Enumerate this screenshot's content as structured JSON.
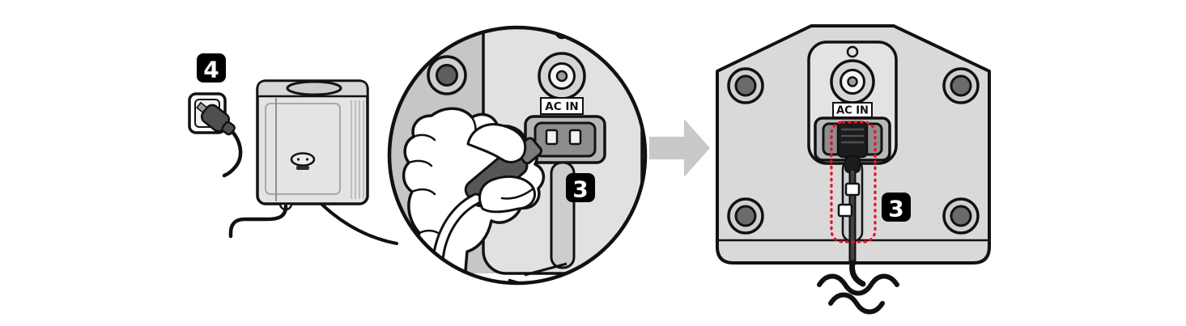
{
  "diagram": {
    "type": "instruction-diagram",
    "steps": {
      "left_badge": "4",
      "magnifier_badge": "3",
      "result_badge": "3"
    },
    "labels": {
      "magnifier_port": "AC IN",
      "result_port": "AC IN"
    },
    "colors": {
      "badge_bg": "#000000",
      "badge_fg": "#ffffff",
      "highlight": "#e8112d",
      "body_gray": "#d9d9d9",
      "arrow_gray": "#c9c9c9",
      "outline": "#111111"
    }
  }
}
